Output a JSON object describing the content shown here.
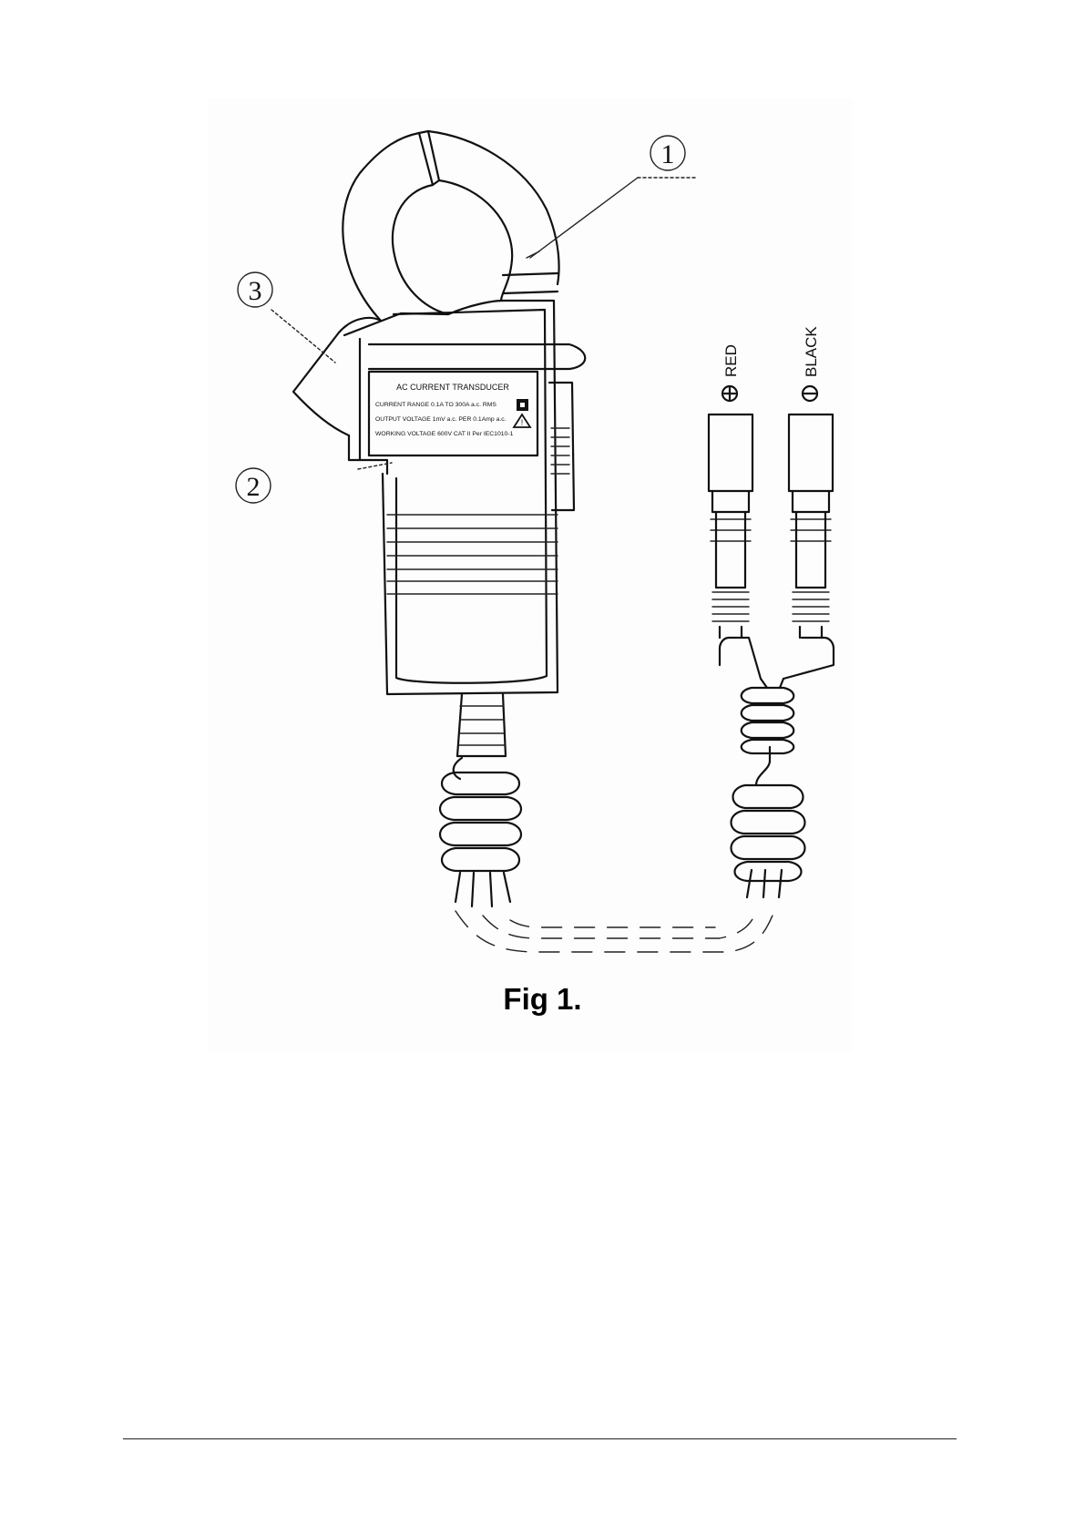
{
  "figure": {
    "caption": "Fig 1.",
    "callouts": [
      "1",
      "3",
      "2"
    ],
    "leads": {
      "red": "RED",
      "black": "BLACK"
    },
    "nameplate": {
      "title": "AC CURRENT TRANSDUCER",
      "line1": "CURRENT RANGE 0.1A TO 300A a.c. RMS",
      "line2": "OUTPUT VOLTAGE 1mV a.c. PER 0.1Amp a.c.",
      "line3": "WORKING VOLTAGE 600V CAT II Per IEC1010-1"
    }
  }
}
